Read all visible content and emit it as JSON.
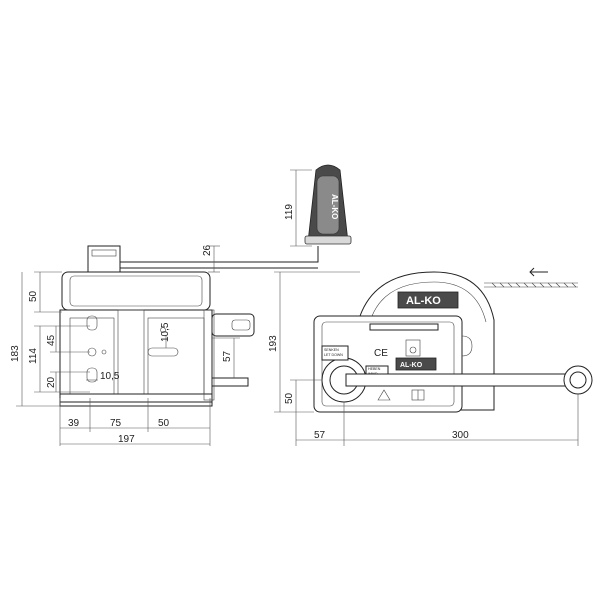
{
  "dimensions": {
    "handle_grip_height": "119",
    "handle_offset": "26",
    "front_height_top": "50",
    "front_total_height": "183",
    "front_hole_spacing_outer": "114",
    "front_hole_spacing_inner": "45",
    "front_base_offset": "20",
    "front_slot_width_top": "10,5",
    "front_slot_width_bottom": "10,5",
    "front_side_57": "57",
    "front_width_39": "39",
    "front_width_75": "75",
    "front_width_50": "50",
    "front_total_width": "197",
    "side_total_height": "193",
    "side_drum_height": "50",
    "side_offset_57": "57",
    "side_handle_length": "300"
  },
  "labels": {
    "brand_logo": "AL-KO",
    "brand_logo_small": "AL-KO",
    "grip_logo": "AL-KO",
    "ce_mark": "CE",
    "sticker_line1": "SENKEN",
    "sticker_line2": "LET DOWN",
    "sticker_line3": "HEBEN",
    "sticker_line4": "WIND"
  },
  "colors": {
    "line": "#222222",
    "dark_fill": "#4a4a4a",
    "mid_fill": "#8a8a8a",
    "light_fill": "#d9d9d9"
  },
  "icons": [
    "arrow-left-icon",
    "warning-triangle-icon",
    "manual-book-icon",
    "ce-mark-icon",
    "disposal-icon"
  ]
}
